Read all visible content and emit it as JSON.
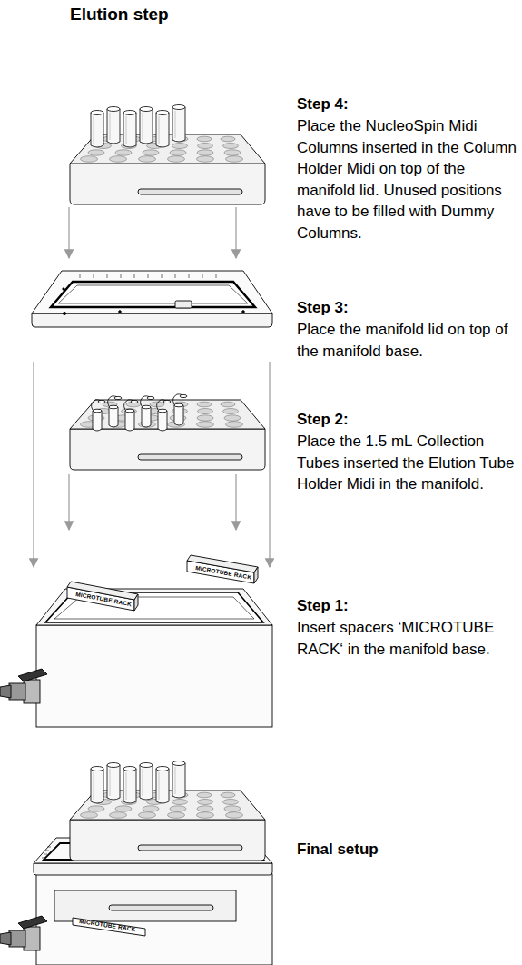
{
  "diagram": {
    "title": "Elution step",
    "labels": [
      "Step 4:",
      "Place the NucleoSpin Midi Columns inserted in the Column Holder Midi on top of the manifold lid. Unused positions have to be filled with Dummy Columns.",
      "Step 3:",
      "Place the manifold lid on top of the manifold base.",
      "Step 2:",
      "Place the 1.5 mL Collection Tubes inserted the Elution Tube Holder Midi in the manifold.",
      "Step 1:",
      "Insert spacers ‘MICROTUBE RACK‘ in the manifold base.",
      "Final setup",
      "MICROTUBE RACK",
      "MICROTUBE RACK",
      "MICROTUBE RACK"
    ]
  }
}
